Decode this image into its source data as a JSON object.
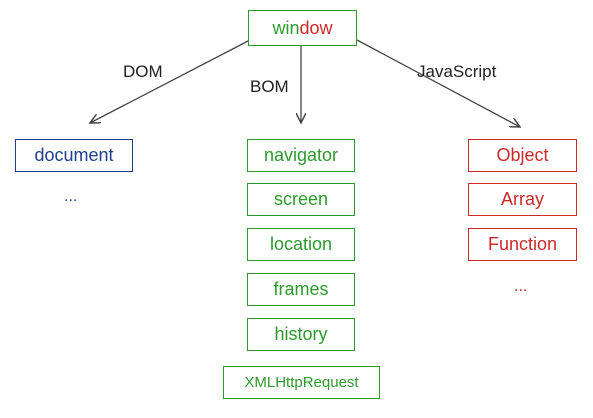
{
  "root": {
    "label_part1": "win",
    "label_part2": "dow",
    "color_part1": "#2e9a2e",
    "color_part2": "#cc2a2a"
  },
  "edges": {
    "dom_label": "DOM",
    "bom_label": "BOM",
    "js_label": "JavaScript"
  },
  "dom": {
    "items": [
      "document"
    ],
    "more": "..."
  },
  "bom": {
    "items": [
      "navigator",
      "screen",
      "location",
      "frames",
      "history",
      "XMLHttpRequest"
    ]
  },
  "javascript": {
    "items": [
      "Object",
      "Array",
      "Function"
    ],
    "more": "..."
  },
  "colors": {
    "green": "#2e9a2e",
    "red": "#cc2a2a",
    "blue": "#1f3f8a",
    "arrow": "#444444"
  }
}
